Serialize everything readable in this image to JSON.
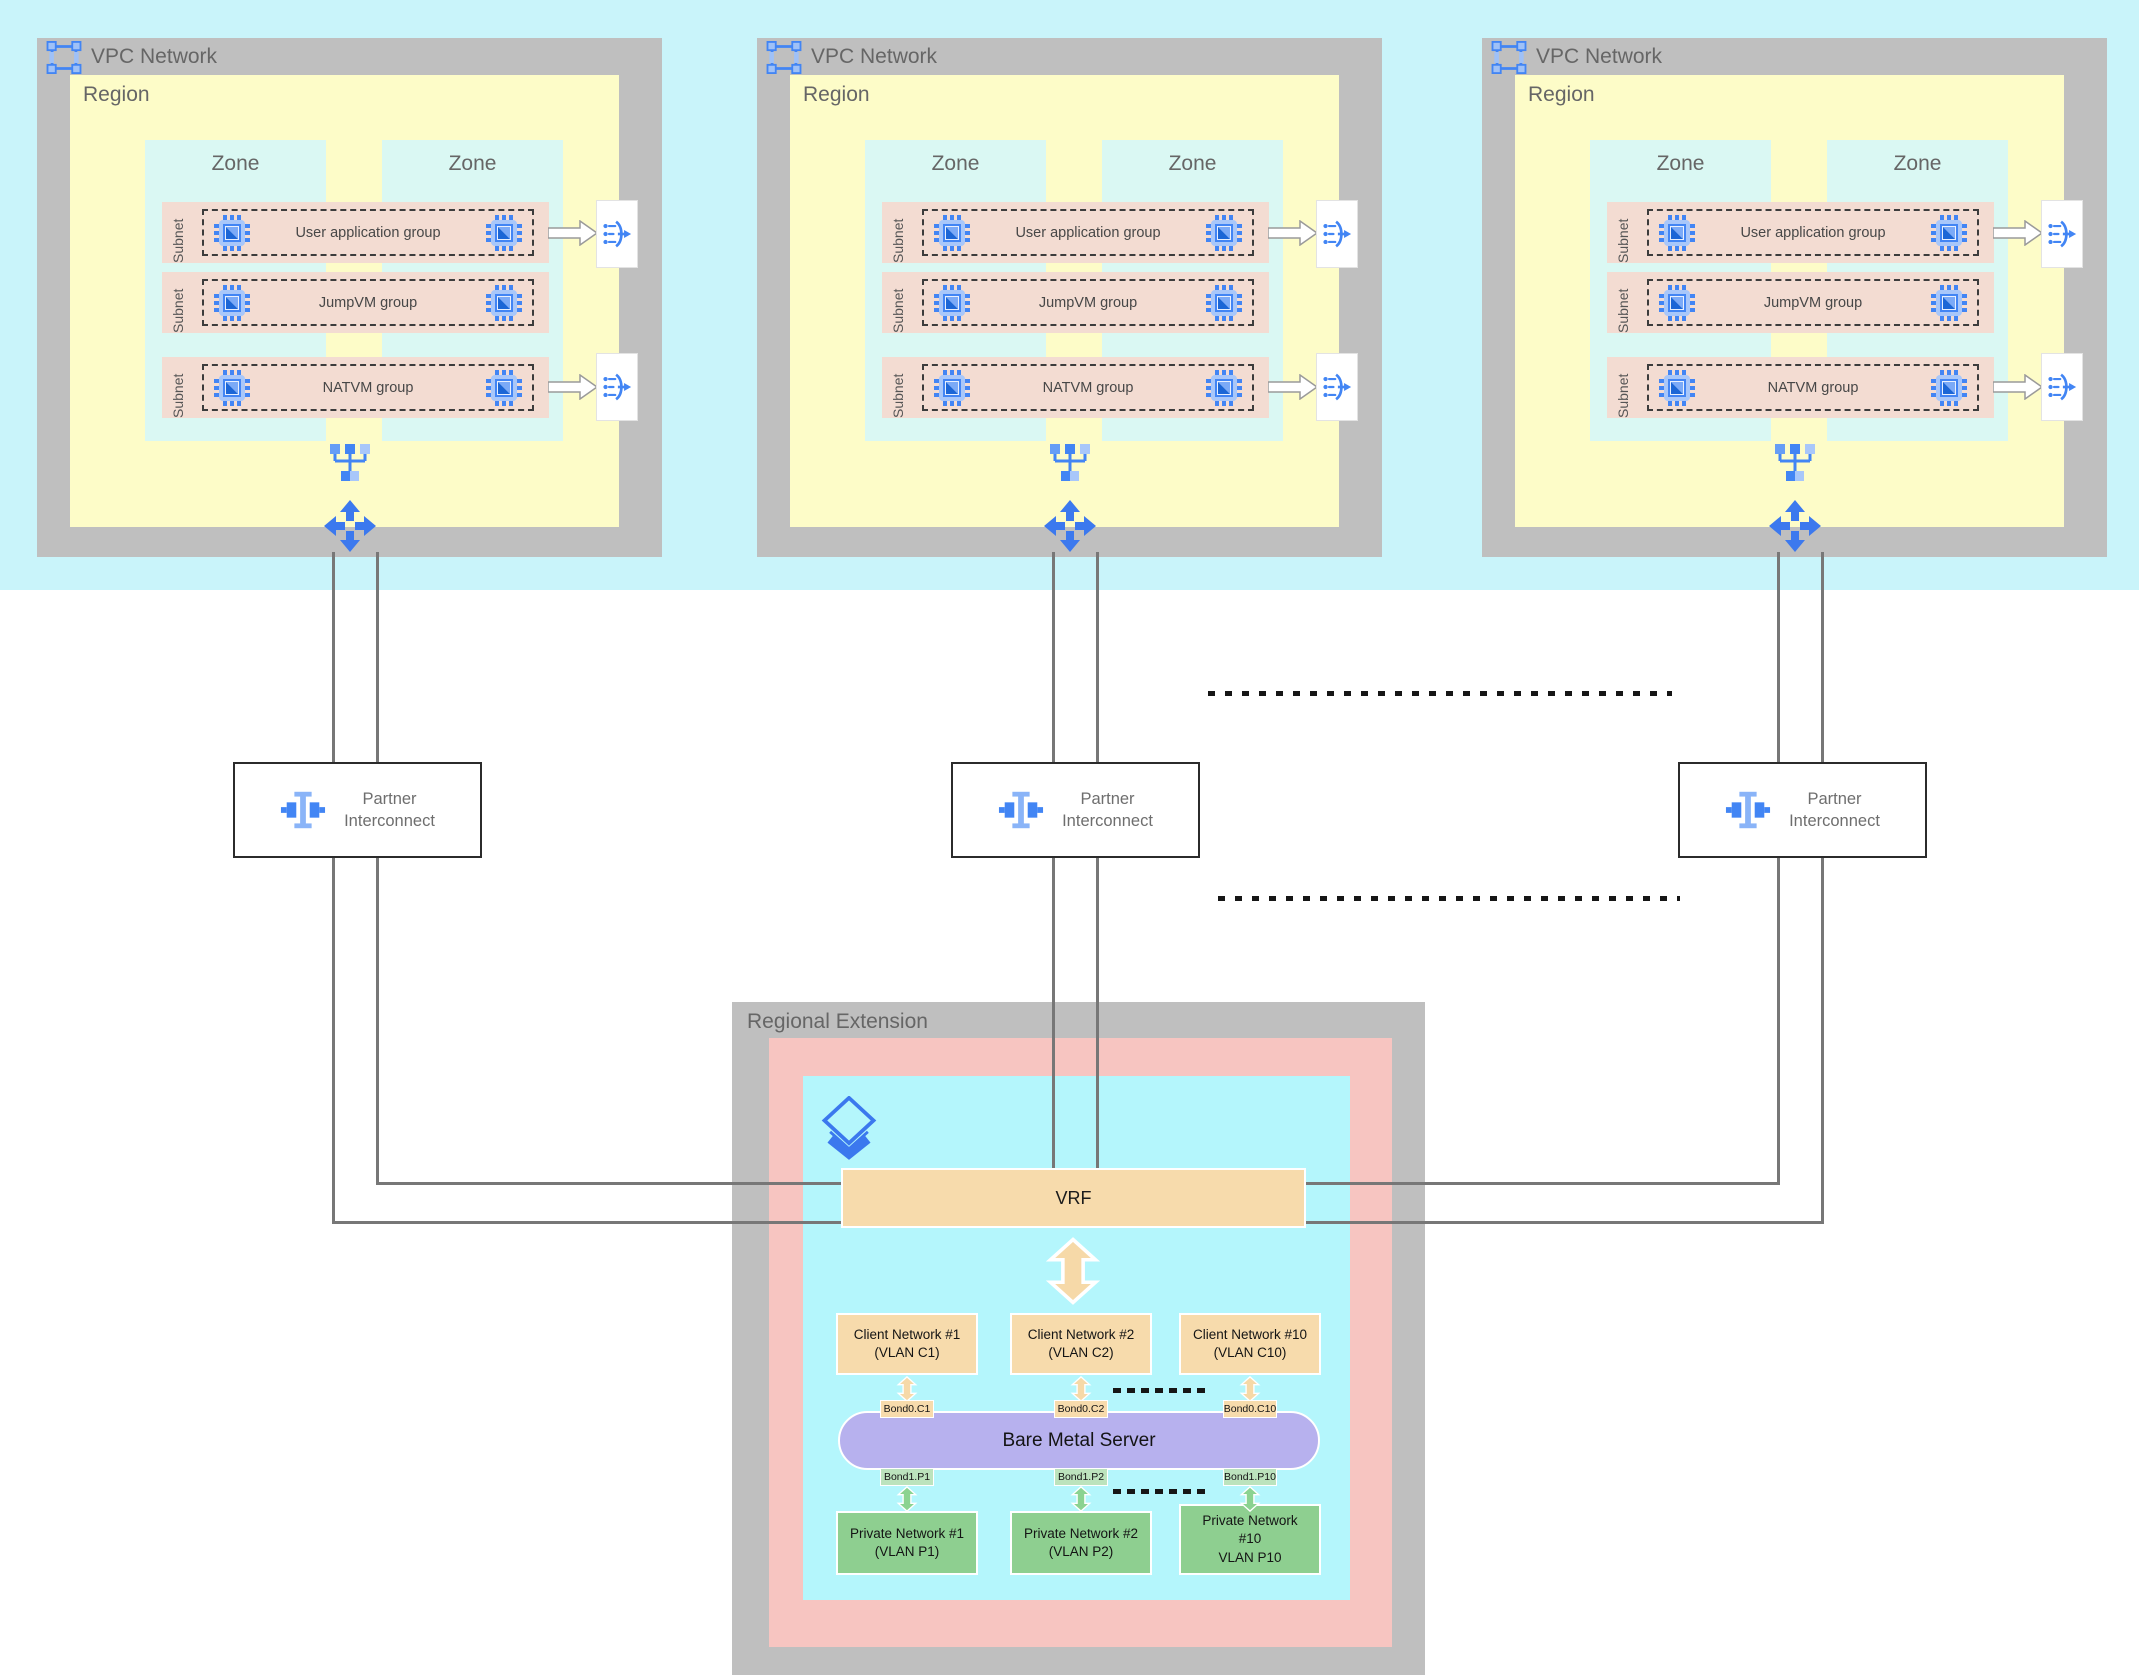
{
  "colors": {
    "canvas_background": "#ffffff",
    "top_band_cyan": "#c9f4fa",
    "container_gray": "#bfbfbf",
    "region_yellow": "#fdfcc8",
    "zone_cyan": "#daf8f3",
    "subnet_salmon": "#f3dcd2",
    "extension_pink": "#f7c5c1",
    "extension_cyan": "#b4f6fc",
    "vrf_tan": "#f7dbac",
    "server_lavender": "#b7b1ee",
    "private_green": "#8ecf90",
    "bond_label_green": "#bce3bd",
    "google_blue": "#4285f4",
    "light_blue": "#a8c7fa",
    "connector_gray": "#777777"
  },
  "vpc": {
    "title": "VPC Network",
    "region": "Region",
    "zone": "Zone",
    "subnet": "Subnet",
    "groups": [
      "User application group",
      "JumpVM group",
      "NATVM group"
    ]
  },
  "interconnect": {
    "line1": "Partner",
    "line2": "Interconnect"
  },
  "regional_extension": {
    "title": "Regional Extension",
    "vrf": "VRF",
    "server": "Bare Metal Server",
    "columns": [
      {
        "client_line1": "Client Network #1",
        "client_line2": "(VLAN C1)",
        "bond_top": "Bond0.C1",
        "bond_bottom": "Bond1.P1",
        "private_line1": "Private Network #1",
        "private_line2": "(VLAN P1)"
      },
      {
        "client_line1": "Client Network #2",
        "client_line2": "(VLAN C2)",
        "bond_top": "Bond0.C2",
        "bond_bottom": "Bond1.P2",
        "private_line1": "Private Network #2",
        "private_line2": "(VLAN P2)"
      },
      {
        "client_line1": "Client Network #10",
        "client_line2": "(VLAN C10)",
        "bond_top": "Bond0.C10",
        "bond_bottom": "Bond1.P10",
        "private_line1": "Private Network",
        "private_line2": "#10",
        "private_line3": "VLAN P10"
      }
    ]
  }
}
